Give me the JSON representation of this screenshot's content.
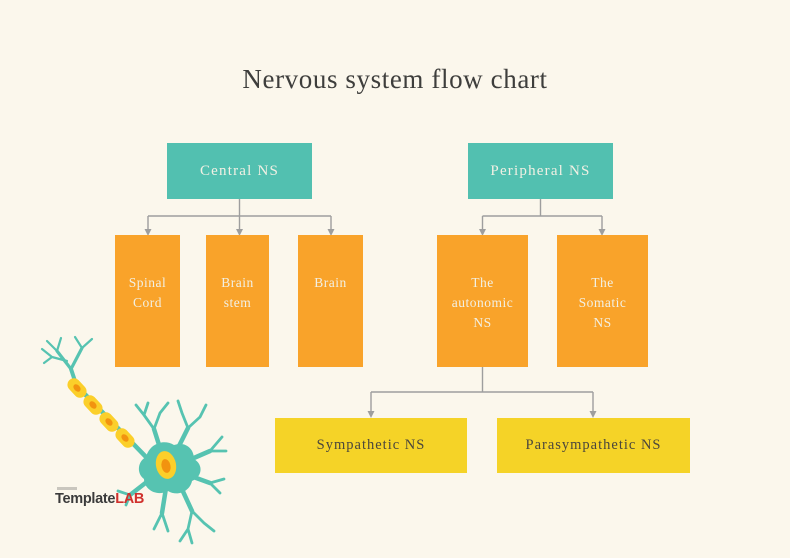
{
  "title": "Nervous system flow chart",
  "colors": {
    "bg": "#FBF7EC",
    "teal": "#52C0B0",
    "orange": "#F9A32A",
    "yellow": "#F5D327",
    "connector": "#9E9E9E",
    "title_text": "#3E3E3C",
    "light_text": "#F2F0E4",
    "dark_text": "#4A463C",
    "logo_dark": "#3B3B3B",
    "logo_red": "#D0312D",
    "neuron_teal": "#56C3B1",
    "myelin_yellow": "#FBCF2A",
    "myelin_orange": "#F2930F"
  },
  "diagram": {
    "type": "flowchart",
    "root_nodes": [
      {
        "label": "Central NS",
        "children": [
          {
            "label": "Spinal Cord"
          },
          {
            "label": "Brain stem"
          },
          {
            "label": "Brain"
          }
        ]
      },
      {
        "label": "Peripheral NS",
        "children": [
          {
            "label": "The autonomic NS",
            "children": [
              {
                "label": "Sympathetic NS"
              },
              {
                "label": "Parasympathetic NS"
              }
            ]
          },
          {
            "label": "The Somatic NS"
          }
        ]
      }
    ]
  },
  "logo": {
    "prefix": "Template",
    "suffix": "LAB"
  },
  "illustration": {
    "name": "neuron"
  }
}
